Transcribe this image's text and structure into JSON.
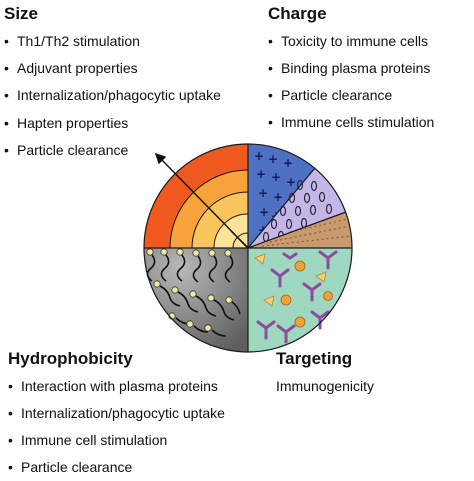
{
  "size": {
    "title": "Size",
    "items": [
      "Th1/Th2 stimulation",
      "Adjuvant properties",
      "Internalization/phagocytic uptake",
      "Hapten properties",
      "Particle clearance"
    ]
  },
  "charge": {
    "title": "Charge",
    "items": [
      "Toxicity to immune cells",
      "Binding plasma proteins",
      "Particle clearance",
      "Immune cells stimulation"
    ]
  },
  "hydrophobicity": {
    "title": "Hydrophobicity",
    "items": [
      "Interaction with plasma proteins",
      "Internalization/phagocytic uptake",
      "Immune cell stimulation",
      "Particle clearance"
    ]
  },
  "targeting": {
    "title": "Targeting",
    "text": "Immunogenicity"
  },
  "colors": {
    "size_outer": "#f05a1e",
    "size_ring2": "#f7a23a",
    "size_ring3": "#fbc55e",
    "size_core": "#fde39a",
    "positive_charge": "#4e71c4",
    "negative_charge": "#c4b6e6",
    "hydrophobic_shell": "#c99a6e",
    "hydrophobic_surface": "#7d7d7d",
    "targeting_bg": "#9fd8c0",
    "ligand_purple": "#8e4a9e",
    "ligand_orange": "#f2a03a",
    "ligand_yellow": "#f5d27a"
  },
  "icons": [
    "plus-sign",
    "minus-oval",
    "lipid-tail",
    "antibody-y",
    "triangle-ligand"
  ]
}
